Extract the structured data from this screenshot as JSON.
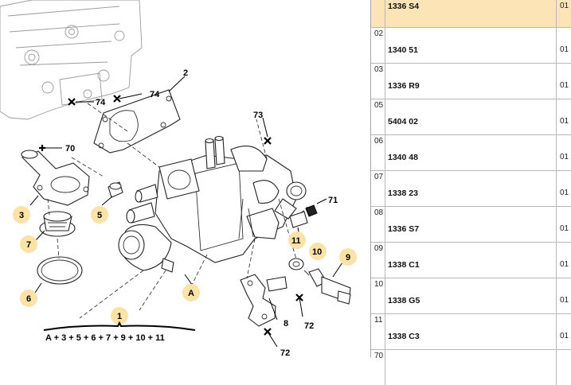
{
  "diagram": {
    "callouts": [
      {
        "id": "c-2",
        "text": "2"
      },
      {
        "id": "c-74a",
        "text": "74"
      },
      {
        "id": "c-74b",
        "text": "74"
      },
      {
        "id": "c-73",
        "text": "73"
      },
      {
        "id": "c-70",
        "text": "70"
      },
      {
        "id": "c-3",
        "text": "3"
      },
      {
        "id": "c-5",
        "text": "5"
      },
      {
        "id": "c-7",
        "text": "7"
      },
      {
        "id": "c-6",
        "text": "6"
      },
      {
        "id": "c-71",
        "text": "71"
      },
      {
        "id": "c-11",
        "text": "11"
      },
      {
        "id": "c-10",
        "text": "10"
      },
      {
        "id": "c-9",
        "text": "9"
      },
      {
        "id": "c-A",
        "text": "A"
      },
      {
        "id": "c-8",
        "text": "8"
      },
      {
        "id": "c-72a",
        "text": "72"
      },
      {
        "id": "c-72b",
        "text": "72"
      },
      {
        "id": "c-1",
        "text": "1"
      }
    ],
    "kit_formula": "A + 3 + 5 + 6 + 7 + 9 + 10 + 11"
  },
  "parts_table": {
    "rows": [
      {
        "index": "",
        "ref": "1336 S4",
        "qty": "01",
        "selected": true
      },
      {
        "index": "02",
        "ref": "1340 51",
        "qty": "01"
      },
      {
        "index": "03",
        "ref": "1336 R9",
        "qty": "01"
      },
      {
        "index": "05",
        "ref": "5404 02",
        "qty": "01"
      },
      {
        "index": "06",
        "ref": "1340 48",
        "qty": "01"
      },
      {
        "index": "07",
        "ref": "1338 23",
        "qty": "01"
      },
      {
        "index": "08",
        "ref": "1336 S7",
        "qty": "01"
      },
      {
        "index": "09",
        "ref": "1338 C1",
        "qty": "01"
      },
      {
        "index": "10",
        "ref": "1338 G5",
        "qty": "01"
      },
      {
        "index": "11",
        "ref": "1338 C3",
        "qty": "01"
      },
      {
        "index": "70",
        "ref": "",
        "qty": ""
      }
    ],
    "highlight_color": "#fde4b6",
    "bubble_color": "#fbe3a8"
  }
}
